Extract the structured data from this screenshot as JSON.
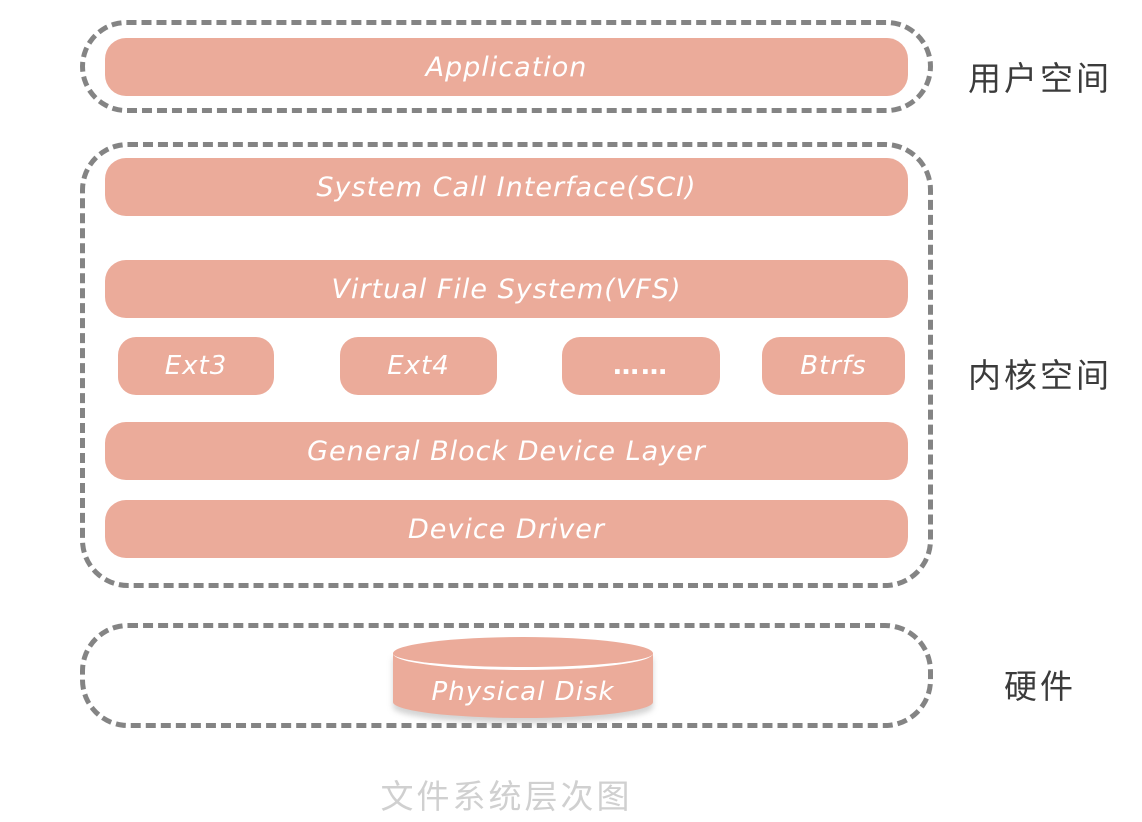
{
  "caption": "文件系统层次图",
  "colors": {
    "block_fill": "#ebab9a",
    "dash_border": "#848484",
    "block_text": "#ffffff",
    "side_label_text": "#3b3b3b",
    "caption_text": "#d0d0d0"
  },
  "user_space": {
    "label": "用户空间",
    "application": "Application"
  },
  "kernel_space": {
    "label": "内核空间",
    "sci": "System Call Interface(SCI)",
    "vfs": "Virtual File System(VFS)",
    "filesystems": [
      "Ext3",
      "Ext4",
      "……",
      "Btrfs"
    ],
    "block_layer": "General Block Device Layer",
    "device_driver": "Device Driver"
  },
  "hardware": {
    "label": "硬件",
    "disk": "Physical Disk"
  }
}
